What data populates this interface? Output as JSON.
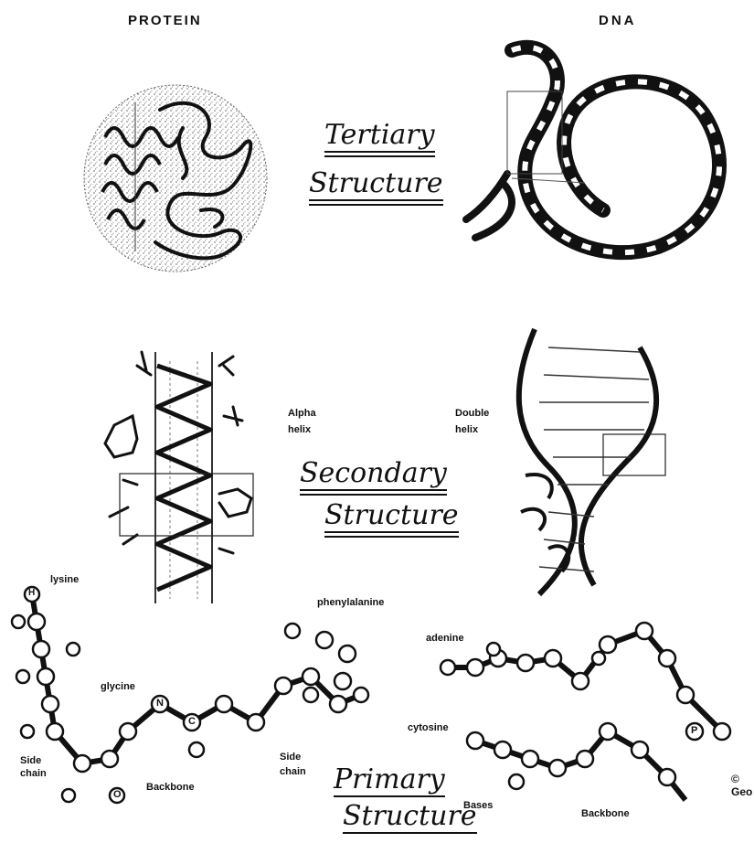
{
  "columns": {
    "left": "PROTEIN",
    "right": "DNA"
  },
  "levels": {
    "tertiary": [
      "Tertiary",
      "Structure"
    ],
    "secondary": [
      "Secondary",
      "Structure"
    ],
    "primary": [
      "Primary",
      "Structure"
    ]
  },
  "secondary_labels": {
    "protein": [
      "Alpha",
      "helix"
    ],
    "dna": [
      "Double",
      "helix"
    ]
  },
  "primary_labels": {
    "lysine": "lysine",
    "phenylalanine": "phenylalanine",
    "glycine": "glycine",
    "side_chain_left": [
      "Side",
      "chain"
    ],
    "backbone_protein": "Backbone",
    "side_chain_mid": [
      "Side",
      "chain"
    ],
    "adenine": "adenine",
    "cytosine": "cytosine",
    "bases": "Bases",
    "backbone_dna": "Backbone",
    "credit_partial": [
      "©",
      "Geo"
    ]
  },
  "atoms": {
    "hydrogen": "H",
    "carbon": "C",
    "nitrogen": "N",
    "oxygen": "O",
    "phosphorus": "P"
  },
  "colors": {
    "ink": "#111111",
    "stipple": "#9a9a9a",
    "paper": "#ffffff"
  }
}
